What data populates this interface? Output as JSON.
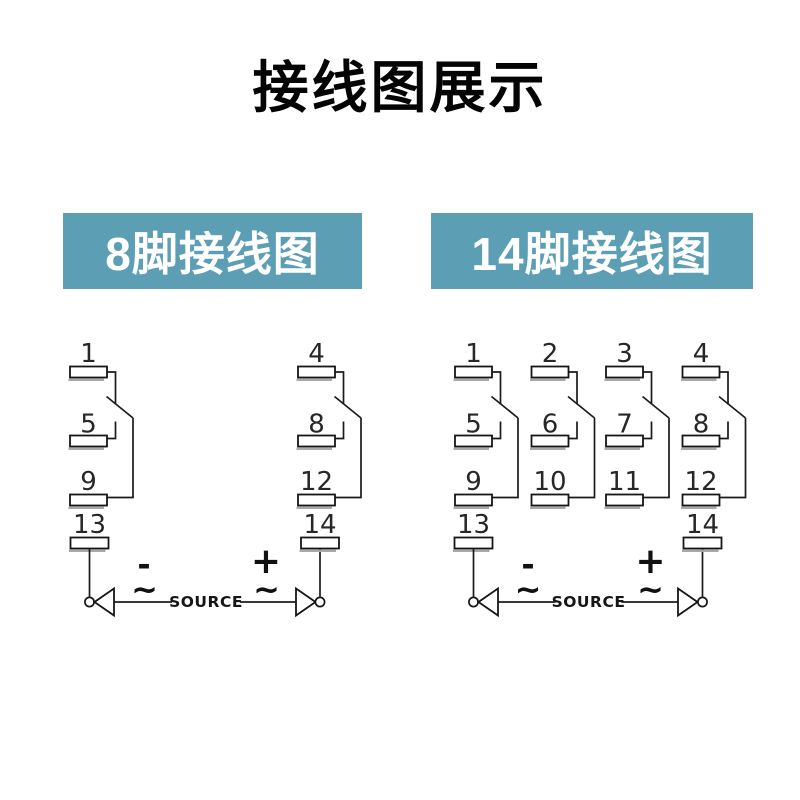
{
  "title": "接线图展示",
  "colors": {
    "header_bg": "#5c9eb4",
    "header_text": "#ffffff",
    "line": "#1b1b1b",
    "background": "#ffffff"
  },
  "panels": [
    {
      "header": "8脚接线图",
      "columns": [
        {
          "pins": [
            "1",
            "5",
            "9"
          ]
        },
        {
          "pins": [
            "4",
            "8",
            "12"
          ]
        }
      ],
      "bottom": {
        "left_pin": "13",
        "right_pin": "14",
        "source_label": "SOURCE",
        "minus": "-",
        "plus": "+",
        "tilde": "~"
      }
    },
    {
      "header": "14脚接线图",
      "columns": [
        {
          "pins": [
            "1",
            "5",
            "9"
          ]
        },
        {
          "pins": [
            "2",
            "6",
            "10"
          ]
        },
        {
          "pins": [
            "3",
            "7",
            "11"
          ]
        },
        {
          "pins": [
            "4",
            "8",
            "12"
          ]
        }
      ],
      "bottom": {
        "left_pin": "13",
        "right_pin": "14",
        "source_label": "SOURCE",
        "minus": "-",
        "plus": "+",
        "tilde": "~"
      }
    }
  ]
}
